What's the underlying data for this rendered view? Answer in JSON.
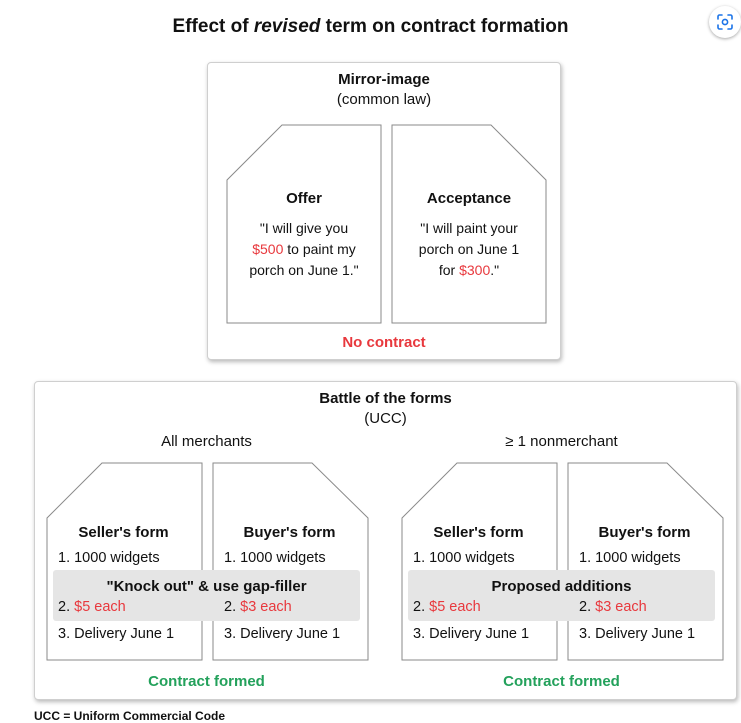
{
  "title": {
    "prefix": "Effect of ",
    "italic": "revised",
    "suffix": " term on contract formation"
  },
  "lens_icon": "lens-scan-icon",
  "mirror": {
    "heading": "Mirror-image",
    "subheading": "(common law)",
    "offer": {
      "title": "Offer",
      "l1": "\"I will give you",
      "l2_red": "$500",
      "l2_rest": " to paint my",
      "l3": "porch on June 1.\""
    },
    "acceptance": {
      "title": "Acceptance",
      "l1": "\"I will paint your",
      "l2": "porch on June 1",
      "l3_pre": "for ",
      "l3_red": "$300",
      "l3_post": ".\""
    },
    "result": "No contract"
  },
  "battle": {
    "heading": "Battle of the forms",
    "subheading": "(UCC)",
    "left": {
      "label": "All merchants",
      "seller_title": "Seller's form",
      "buyer_title": "Buyer's form",
      "seller_item1": "1. 1000 widgets",
      "buyer_item1": "1. 1000 widgets",
      "band_label": "\"Knock out\" & use gap-filler",
      "seller_item2_num": "2. ",
      "seller_item2_val": "$5 each",
      "buyer_item2_num": "2. ",
      "buyer_item2_val": "$3 each",
      "seller_item3": "3. Delivery June 1",
      "buyer_item3": "3. Delivery June 1",
      "result": "Contract formed"
    },
    "right": {
      "label": "≥ 1 nonmerchant",
      "seller_title": "Seller's form",
      "buyer_title": "Buyer's form",
      "seller_item1": "1. 1000 widgets",
      "buyer_item1": "1. 1000 widgets",
      "band_label": "Proposed additions",
      "seller_item2_num": "2. ",
      "seller_item2_val": "$5 each",
      "buyer_item2_num": "2. ",
      "buyer_item2_val": "$3 each",
      "seller_item3": "3. Delivery June 1",
      "buyer_item3": "3. Delivery June 1",
      "result": "Contract formed"
    }
  },
  "footnote": "UCC = Uniform Commercial Code"
}
